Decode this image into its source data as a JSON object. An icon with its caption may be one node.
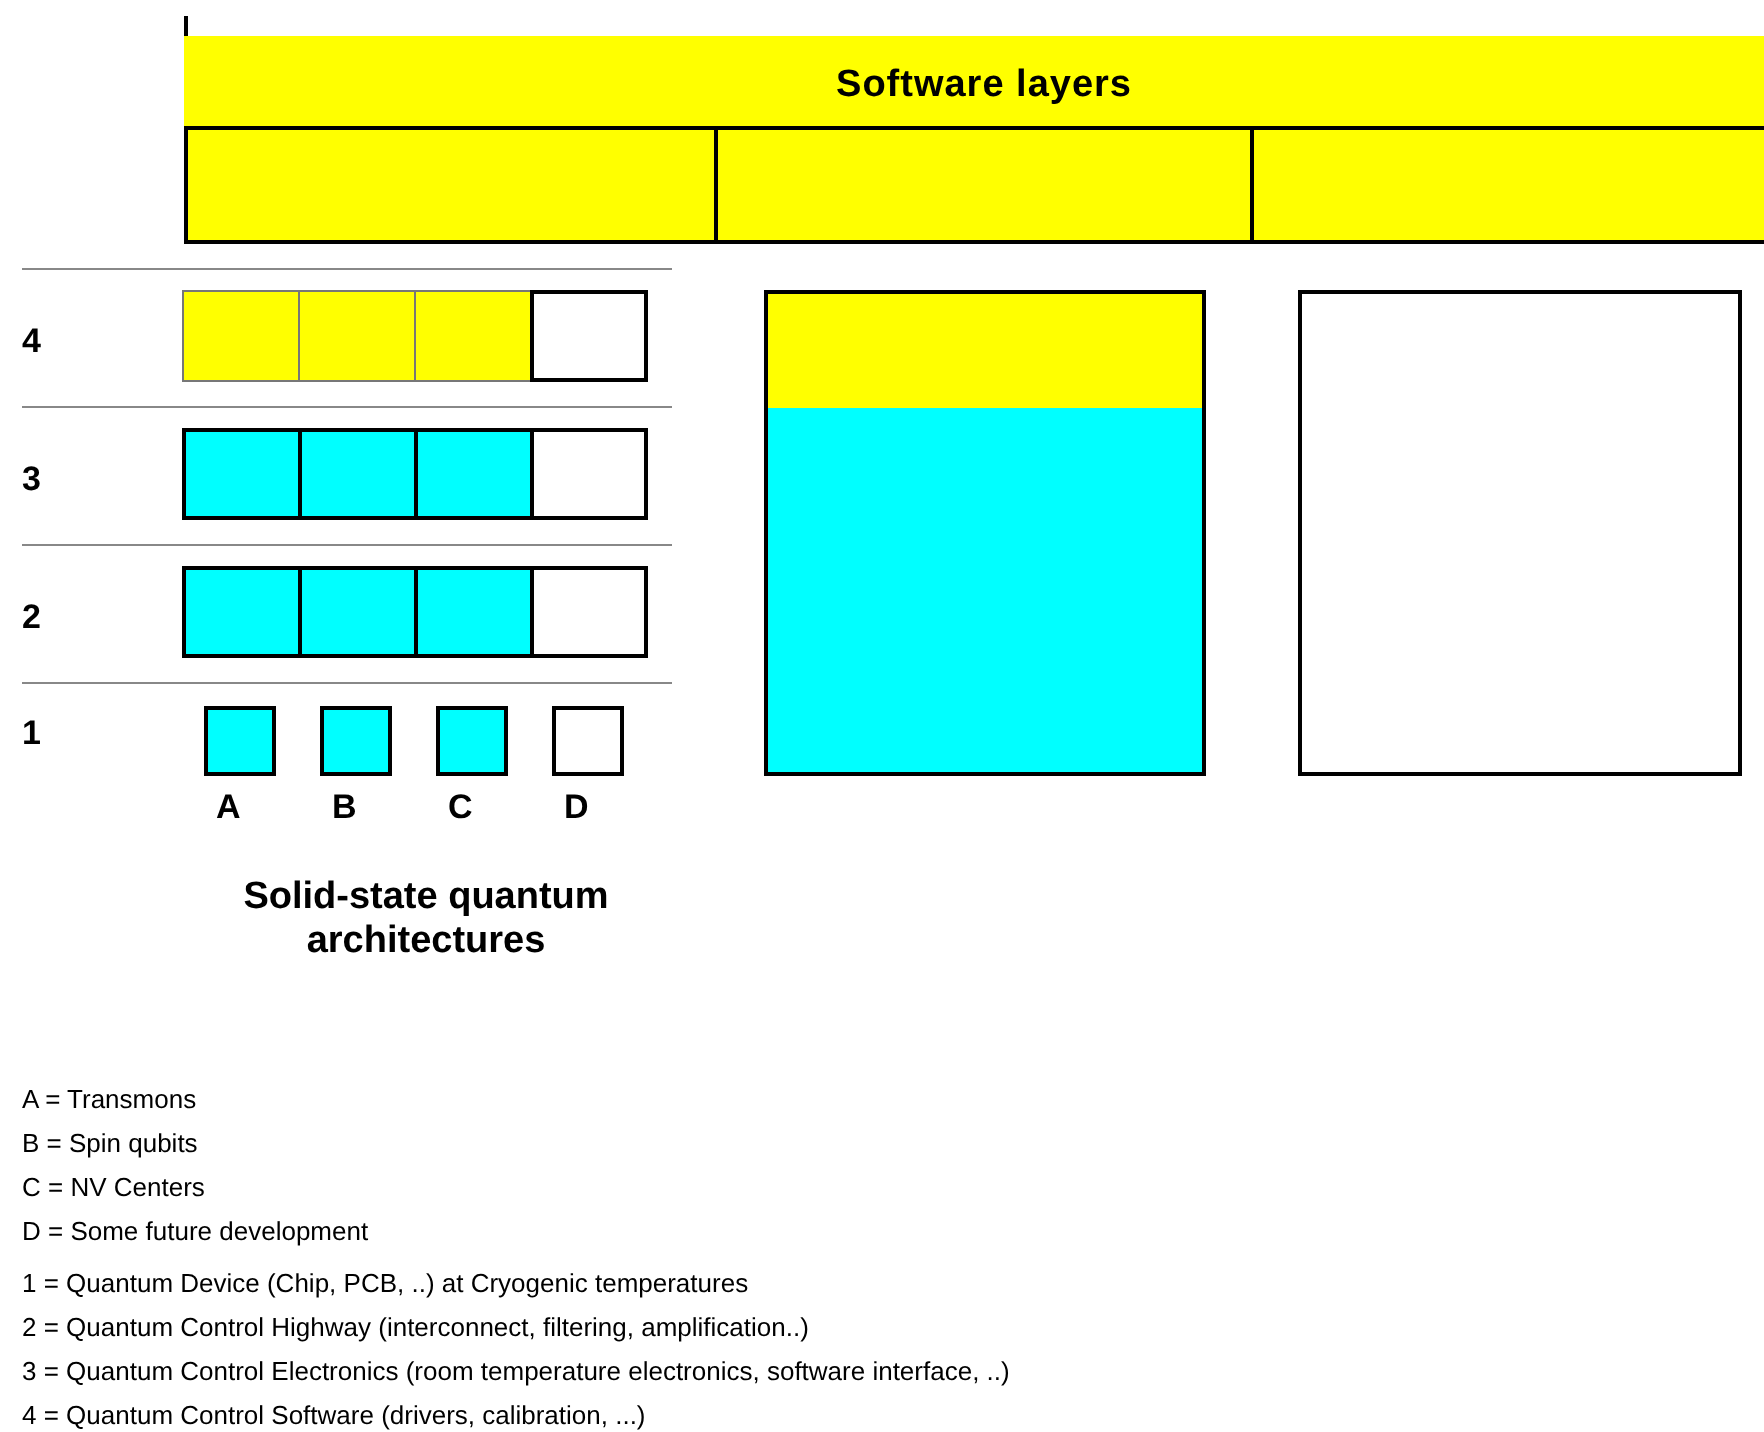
{
  "diagram": {
    "nodes": [
      {
        "text": [
          "Software layers"
        ]
      },
      {
        "text": [],
        "shape": "box",
        "in": 0
      },
      {
        "text": [],
        "shape": "box",
        "in": 0
      },
      {
        "text": [],
        "shape": "box",
        "in": 0
      },
      {
        "text": [],
        "shape": "box"
      },
      {
        "text": [],
        "shape": "box"
      },
      {
        "text": [],
        "shape": "box"
      },
      {
        "text": [],
        "shape": "box"
      },
      {
        "text": [],
        "shape": "box"
      },
      {
        "text": [],
        "shape": "box"
      },
      {
        "text": [],
        "shape": "box"
      },
      {
        "text": [],
        "shape": "box"
      },
      {
        "text": [],
        "shape": "box"
      },
      {
        "text": [],
        "shape": "box"
      },
      {
        "text": [],
        "shape": "box"
      },
      {
        "text": [],
        "shape": "box"
      },
      {
        "text": [],
        "shape": "box"
      },
      {
        "text": [],
        "shape": "box"
      },
      {
        "text": [],
        "shape": "box"
      },
      {
        "text": [],
        "shape": "box"
      },
      {
        "text": [],
        "shape": "box"
      },
      {
        "text": [],
        "shape": "box"
      }
    ],
    "labels": [
      "4",
      "3",
      "2",
      "1",
      "A",
      "B",
      "C",
      "D",
      "Solid-state quantum architectures",
      "A = Transmons",
      "B = Spin qubits",
      "C = NV Centers",
      "D = Some future development",
      "1 = Quantum Device (Chip, PCB, ..) at Cryogenic temperatures",
      "2 = Quantum Control Highway (interconnect, filtering, amplification..)",
      "3 = Quantum Control Electronics (room temperature electronics, software interface, ..)",
      "4 = Quantum Control Software (drivers, calibration, ...)"
    ]
  }
}
